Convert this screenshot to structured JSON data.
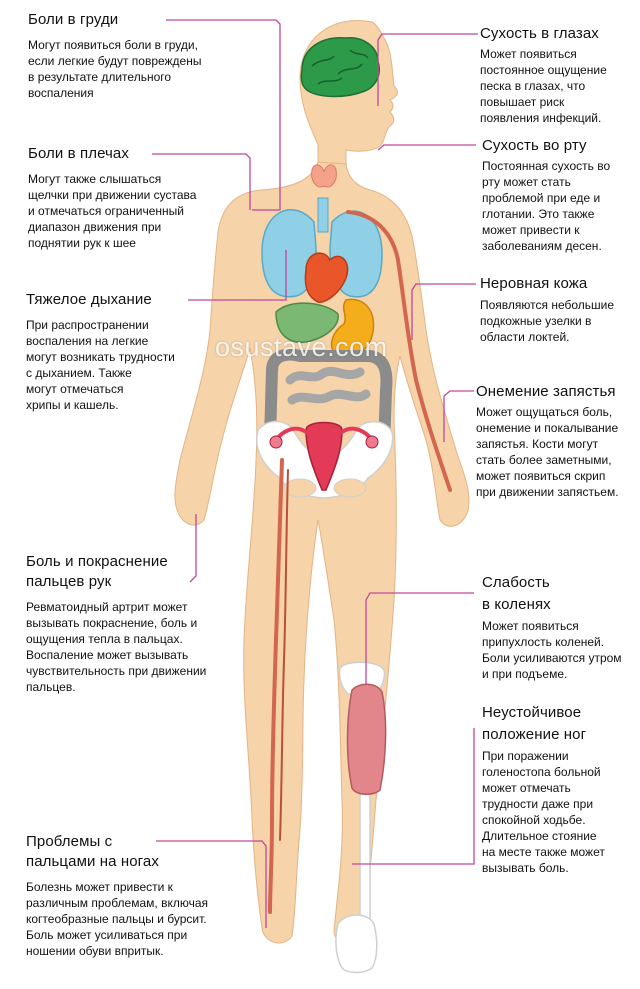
{
  "watermark": "osustave.com",
  "colors": {
    "skin": "#f6d3a8",
    "skin_edge": "#e2b487",
    "line": "#c0479a",
    "brain": "#2c9a48",
    "lungs": "#8fd0e6",
    "heart": "#e8562a",
    "liver": "#7ab874",
    "stomach": "#f6ad1c",
    "intestine": "#8b8b8b",
    "uterus": "#e33a57",
    "blood_vessel": "#d2664e",
    "bone": "#ffffff",
    "muscle": "#e2868b"
  },
  "annotations": {
    "chest": {
      "title": "Боли в груди",
      "text": "Могут появиться боли в груди,\nесли легкие будут повреждены\nв результате длительного\nвоспаления"
    },
    "shoulders": {
      "title": "Боли в плечах",
      "text": "Могут также слышаться\nщелчки при движении сустава\nи отмечаться ограниченный\nдиапазон движения при\nподнятии рук к шее"
    },
    "breathing": {
      "title": "Тяжелое дыхание",
      "text": "При распространении\nвоспаления на легкие\nмогут возникать трудности\nс дыханием. Также\nмогут отмечаться\nхрипы и кашель."
    },
    "fingers": {
      "title": "Боль и покраснение\nпальцев рук",
      "text": "Ревматоидный артрит может\nвызывать покраснение, боль и\nощущения тепла в пальцах.\nВоспаление может вызывать\nчувствительность при движении\nпальцев."
    },
    "toes": {
      "title": "Проблемы с\nпальцами на ногах",
      "text": "Болезнь может привести к\nразличным проблемам, включая\nкогтеобразные пальцы и бурсит.\nБоль может усиливаться при\nношении обуви впритык."
    },
    "dry_eyes": {
      "title": "Сухость в глазах",
      "text": "Может появиться\nпостоянное ощущение\nпеска в глазах, что\nповышает риск\nпоявления инфекций."
    },
    "dry_mouth": {
      "title": "Сухость во рту",
      "text": "Постоянная сухость во\nрту может стать\nпроблемой при еде и\nглотании. Это также\nможет привести к\nзаболеваниям десен."
    },
    "skin": {
      "title": "Неровная кожа",
      "text": "Появляются небольшие\nподкожные узелки в\nобласти локтей."
    },
    "wrist": {
      "title": "Онемение запястья",
      "text": "Может ощущаться боль,\nонемение и покалывание\nзапястья. Кости могут\nстать более заметными,\nможет появиться скрип\nпри движении запястьем."
    },
    "knees": {
      "title": "Слабость\nв коленях",
      "text": "Может появиться\nприпухлость коленей.\nБоли усиливаются утром\nи при подъеме."
    },
    "legs": {
      "title": "Неустойчивое\nположение ног",
      "text": "При поражении\nголеностопа больной\nможет отмечать\nтрудности даже при\nспокойной ходьбе.\nДлительное стояние\nна месте также может\nвызывать боль."
    }
  }
}
